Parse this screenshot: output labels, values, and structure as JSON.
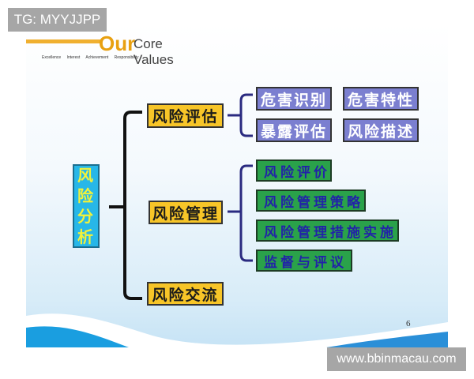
{
  "watermarks": {
    "top": "TG: MYYJJPP",
    "bottom": "www.bbinmacau.com"
  },
  "logo": {
    "our": "Our",
    "core_values": "Core Values",
    "subtitle": "Excellence  Interest  Achievement  Responsibility"
  },
  "root": {
    "chars": [
      "风",
      "险",
      "分",
      "析"
    ]
  },
  "branches": [
    {
      "label": "风险评估",
      "children": [
        "危害识别",
        "危害特性",
        "暴露评估",
        "风险描述"
      ]
    },
    {
      "label": "风险管理",
      "children": [
        "风险评价",
        "风险管理策略",
        "风险管理措施实施",
        "监督与评议"
      ]
    },
    {
      "label": "风险交流",
      "children": []
    }
  ],
  "page_number": "6",
  "colors": {
    "root": "#27b7e8",
    "branch": "#f7c528",
    "assessment_child": "#7b7fd0",
    "management_child": "#2aa24a"
  }
}
